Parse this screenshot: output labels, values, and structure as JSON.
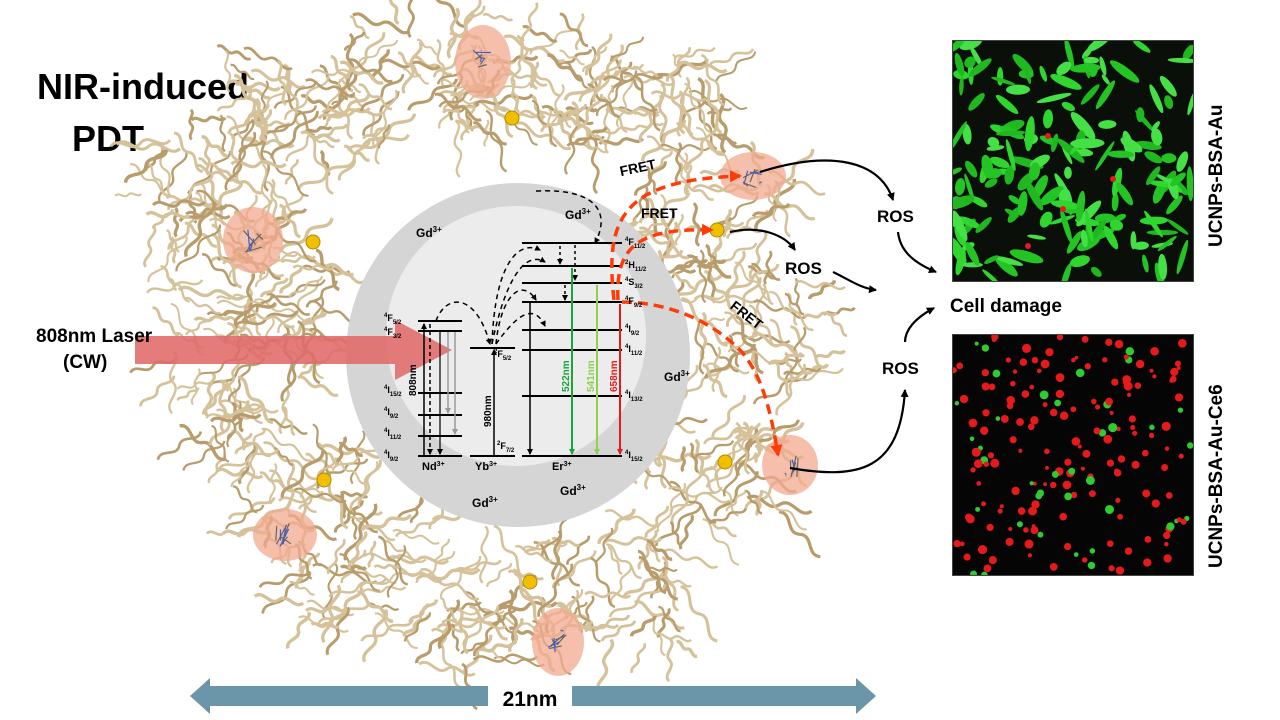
{
  "title": {
    "line1": "NIR-induced",
    "line2": "PDT"
  },
  "laser": {
    "line1": "808nm Laser",
    "line2": "(CW)"
  },
  "ions": {
    "gd": "Gd",
    "gd_charge": "3+",
    "nd": "Nd",
    "nd_charge": "3+",
    "yb": "Yb",
    "yb_charge": "3+",
    "er": "Er",
    "er_charge": "3+"
  },
  "levels": {
    "nd": [
      {
        "sup": "4",
        "main": "F",
        "sub": "5/2"
      },
      {
        "sup": "4",
        "main": "F",
        "sub": "3/2"
      },
      {
        "sup": "4",
        "main": "I",
        "sub": "15/2"
      },
      {
        "sup": "4",
        "main": "I",
        "sub": "9/2"
      },
      {
        "sup": "4",
        "main": "I",
        "sub": "11/2"
      },
      {
        "sup": "4",
        "main": "I",
        "sub": "9/2"
      }
    ],
    "yb": [
      {
        "sup": "2",
        "main": "F",
        "sub": "5/2"
      },
      {
        "sup": "2",
        "main": "F",
        "sub": "7/2"
      }
    ],
    "er": [
      {
        "sup": "4",
        "main": "F",
        "sub": "11/2"
      },
      {
        "sup": "2",
        "main": "H",
        "sub": "11/2"
      },
      {
        "sup": "4",
        "main": "S",
        "sub": "3/2"
      },
      {
        "sup": "4",
        "main": "F",
        "sub": "9/2"
      },
      {
        "sup": "4",
        "main": "I",
        "sub": "9/2"
      },
      {
        "sup": "4",
        "main": "I",
        "sub": "11/2"
      },
      {
        "sup": "4",
        "main": "I",
        "sub": "13/2"
      },
      {
        "sup": "4",
        "main": "I",
        "sub": "15/2"
      }
    ]
  },
  "wavelengths": {
    "nd_excite": "808nm",
    "yb_excite": "980nm",
    "green1": "522nm",
    "green2": "541nm",
    "red": "658nm"
  },
  "fret": "FRET",
  "ros": "ROS",
  "cell_damage": "Cell damage",
  "size_bar": "21nm",
  "panels": {
    "top": "UCNPs-BSA-Au",
    "bottom": "UCNPs-BSA-Au-Ce6"
  },
  "colors": {
    "laser": "#e06a6a",
    "fret_arrow": "#ff3b0a",
    "size_arrow": "#6b96aa",
    "protein": "#d6c29a",
    "outer_shell": "#d5d5d5",
    "inner_core": "#ececec",
    "emission_522": "#1aa53a",
    "emission_541": "#8fd14f",
    "emission_658": "#e51b1b",
    "live_cells": "#33d633",
    "dead_cells": "#e61a1a"
  }
}
